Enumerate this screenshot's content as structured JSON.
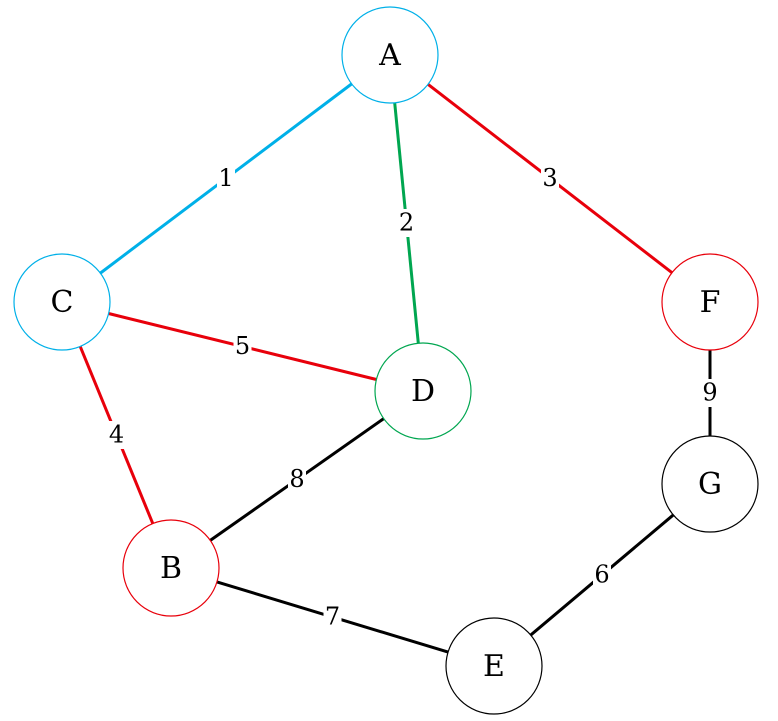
{
  "colors": {
    "blue": "#00b0e8",
    "green": "#00a650",
    "red": "#e8000b",
    "black": "#000000"
  },
  "nodes": [
    {
      "id": "A",
      "label": "A",
      "color": "blue"
    },
    {
      "id": "C",
      "label": "C",
      "color": "blue"
    },
    {
      "id": "D",
      "label": "D",
      "color": "green"
    },
    {
      "id": "F",
      "label": "F",
      "color": "red"
    },
    {
      "id": "B",
      "label": "B",
      "color": "red"
    },
    {
      "id": "G",
      "label": "G",
      "color": "black"
    },
    {
      "id": "E",
      "label": "E",
      "color": "black"
    }
  ],
  "edges": [
    {
      "from": "A",
      "to": "C",
      "weight": "1",
      "color": "blue"
    },
    {
      "from": "A",
      "to": "D",
      "weight": "2",
      "color": "green"
    },
    {
      "from": "A",
      "to": "F",
      "weight": "3",
      "color": "red"
    },
    {
      "from": "C",
      "to": "B",
      "weight": "4",
      "color": "red"
    },
    {
      "from": "C",
      "to": "D",
      "weight": "5",
      "color": "red"
    },
    {
      "from": "G",
      "to": "E",
      "weight": "6",
      "color": "black"
    },
    {
      "from": "B",
      "to": "E",
      "weight": "7",
      "color": "black"
    },
    {
      "from": "D",
      "to": "B",
      "weight": "8",
      "color": "black"
    },
    {
      "from": "F",
      "to": "G",
      "weight": "9",
      "color": "black"
    }
  ]
}
